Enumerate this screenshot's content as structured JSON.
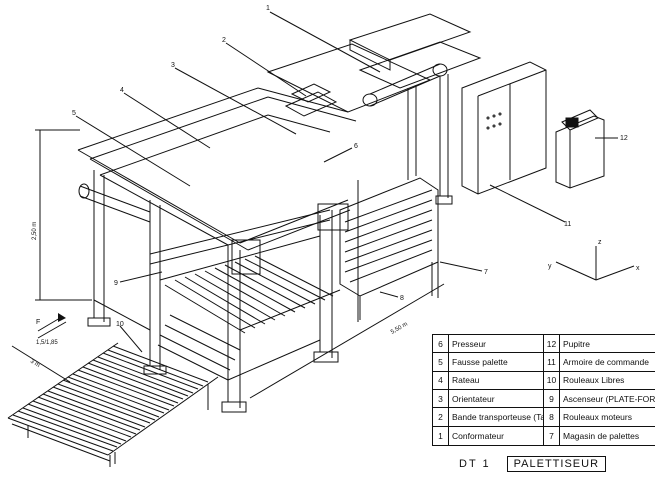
{
  "diagram": {
    "callouts": [
      "1",
      "2",
      "3",
      "4",
      "5",
      "6",
      "7",
      "8",
      "9",
      "10",
      "11",
      "12"
    ],
    "dimensions": {
      "height": "2,50 m",
      "length": "5,50 m",
      "width": "3 m"
    },
    "force": {
      "label": "F",
      "note": "1,5/1,85"
    },
    "axes": {
      "x": "x",
      "y": "y",
      "z": "z"
    }
  },
  "legend": {
    "rows": [
      {
        "left_num": "6",
        "left_label": "Presseur",
        "right_num": "12",
        "right_label": "Pupitre"
      },
      {
        "left_num": "5",
        "left_label": "Fausse palette",
        "right_num": "11",
        "right_label": "Armoire de commande"
      },
      {
        "left_num": "4",
        "left_label": "Rateau",
        "right_num": "10",
        "right_label": "Rouleaux Libres"
      },
      {
        "left_num": "3",
        "left_label": "Orientateur",
        "right_num": "9",
        "right_label": "Ascenseur (PLATE-FORME)"
      },
      {
        "left_num": "2",
        "left_label": "Bande transporteuse (Tapis)",
        "right_num": "8",
        "right_label": "Rouleaux moteurs"
      },
      {
        "left_num": "1",
        "left_label": "Conformateur",
        "right_num": "7",
        "right_label": "Magasin de palettes"
      }
    ]
  },
  "title": {
    "code": "DT 1",
    "name": "PALETTISEUR"
  }
}
